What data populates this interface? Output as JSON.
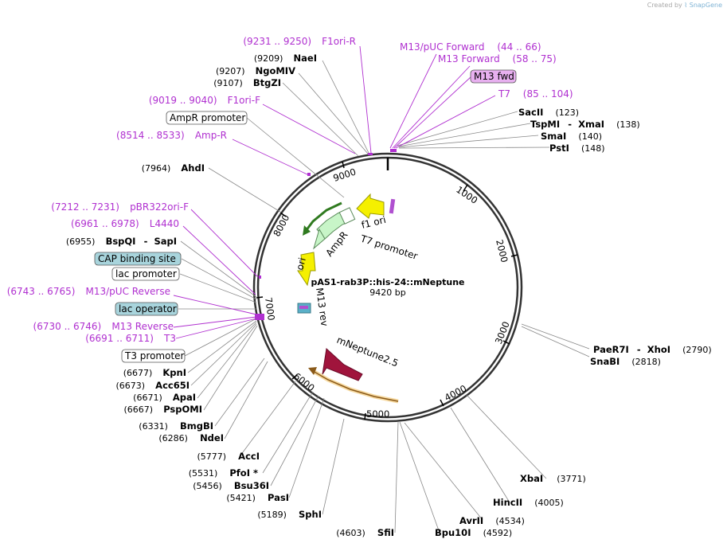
{
  "brand": {
    "prefix": "Created by",
    "name": "SnapGene"
  },
  "plasmid": {
    "name": "pAS1-rab3P::his-24::mNeptune",
    "length": "9420 bp"
  },
  "ticks": [
    "1000",
    "2000",
    "3000",
    "4000",
    "5000",
    "6000",
    "7000",
    "8000",
    "9000"
  ],
  "enzymes": {
    "naei": {
      "pos": "(9209)",
      "name": "NaeI"
    },
    "ngomiv": {
      "pos": "(9207)",
      "name": "NgoMIV"
    },
    "btgzi": {
      "pos": "(9107)",
      "name": "BtgZI"
    },
    "ahdi": {
      "pos": "(7964)",
      "name": "AhdI"
    },
    "bspqi": {
      "pos": "(6955)",
      "name1": "BspQI",
      "dash": "-",
      "name2": "SapI"
    },
    "kpni": {
      "pos": "(6677)",
      "name": "KpnI"
    },
    "acc65i": {
      "pos": "(6673)",
      "name": "Acc65I"
    },
    "apai": {
      "pos": "(6671)",
      "name": "ApaI"
    },
    "pspomi": {
      "pos": "(6667)",
      "name": "PspOMI"
    },
    "bmgbi": {
      "pos": "(6331)",
      "name": "BmgBI"
    },
    "ndei": {
      "pos": "(6286)",
      "name": "NdeI"
    },
    "acci": {
      "pos": "(5777)",
      "name": "AccI"
    },
    "pfoi": {
      "pos": "(5531)",
      "name": "PfoI *"
    },
    "bsu36i": {
      "pos": "(5456)",
      "name": "Bsu36I"
    },
    "pasi": {
      "pos": "(5421)",
      "name": "PasI"
    },
    "sphi": {
      "pos": "(5189)",
      "name": "SphI"
    },
    "sfii": {
      "pos": "(4603)",
      "name": "SfiI"
    },
    "bpu10i": {
      "pos": "(4592)",
      "name": "Bpu10I"
    },
    "avrii": {
      "pos": "(4534)",
      "name": "AvrII"
    },
    "hincii": {
      "pos": "(4005)",
      "name": "HincII"
    },
    "xbai": {
      "pos": "(3771)",
      "name": "XbaI"
    },
    "snabi": {
      "pos": "(2818)",
      "name": "SnaBI"
    },
    "paer7i": {
      "pos": "(2790)",
      "name1": "PaeR7I",
      "dash": "-",
      "name2": "XhoI"
    },
    "psti": {
      "pos": "(148)",
      "name": "PstI"
    },
    "smai": {
      "pos": "(140)",
      "name": "SmaI"
    },
    "tspmi": {
      "pos": "(138)",
      "name1": "TspMI",
      "dash": "-",
      "name2": "XmaI"
    },
    "sacii": {
      "pos": "(123)",
      "name": "SacII"
    }
  },
  "primers": {
    "f1ori_r": {
      "pos": "(9231 .. 9250)",
      "name": "F1ori-R"
    },
    "f1ori_f": {
      "pos": "(9019 .. 9040)",
      "name": "F1ori-F"
    },
    "amp_r": {
      "pos": "(8514 .. 8533)",
      "name": "Amp-R"
    },
    "pbr322": {
      "pos": "(7212 .. 7231)",
      "name": "pBR322ori-F"
    },
    "l4440": {
      "pos": "(6961 .. 6978)",
      "name": "L4440"
    },
    "m13puc_rev": {
      "pos": "(6743 .. 6765)",
      "name": "M13/pUC Reverse"
    },
    "m13_rev": {
      "pos": "(6730 .. 6746)",
      "name": "M13 Reverse"
    },
    "t3": {
      "pos": "(6691 .. 6711)",
      "name": "T3"
    },
    "m13puc_fwd": {
      "name": "M13/pUC Forward",
      "pos": "(44 .. 66)"
    },
    "m13_fwd_primer": {
      "name": "M13 Forward",
      "pos": "(58 .. 75)"
    },
    "t7": {
      "name": "T7",
      "pos": "(85 .. 104)"
    }
  },
  "boxed": {
    "m13fwd": "M13 fwd",
    "ampr_promoter": "AmpR promoter",
    "cap_site": "CAP binding site",
    "lac_promoter": "lac promoter",
    "lac_operator": "lac operator",
    "t3_promoter": "T3 promoter"
  },
  "features": {
    "f1ori": "f1 ori",
    "t7promoter": "T7 promoter",
    "ampr": "AmpR",
    "ori": "ori",
    "m13rev": "M13 rev",
    "mneptune": "mNeptune2.5"
  },
  "colors": {
    "primer": "#b030d0",
    "f1ori": "#f5f000",
    "ampr": "#c8f5c8",
    "ori": "#f5f000",
    "mneptune": "#a0143c",
    "cap_box": "#a8d4dc",
    "lacop_box": "#a8d4dc",
    "m13fwd_box": "#e8b0f0"
  }
}
